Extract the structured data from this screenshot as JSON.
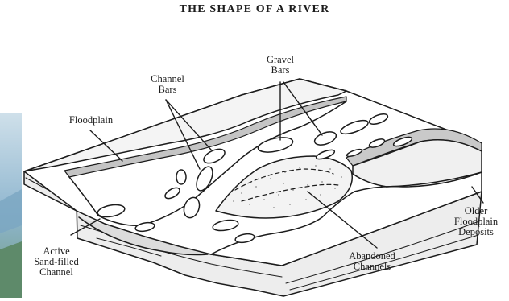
{
  "title": "THE SHAPE OF A RIVER",
  "labels": {
    "floodplain": "Floodplain",
    "channel_bars": [
      "Channel",
      "Bars"
    ],
    "gravel_bars": [
      "Gravel",
      "Bars"
    ],
    "active_channel": [
      "Active",
      "Sand-filled",
      "Channel"
    ],
    "abandoned_channels": [
      "Abandoned",
      "Channels"
    ],
    "older_floodplain": [
      "Older",
      "Floodplain",
      "Deposits"
    ]
  },
  "colors": {
    "ink": "#1c1c1c",
    "block_face": "#e9e9e9",
    "shaded_bank": "#c4c4c4",
    "photo_sky": "#8fb6cf",
    "photo_land": "#6f9a7c"
  }
}
